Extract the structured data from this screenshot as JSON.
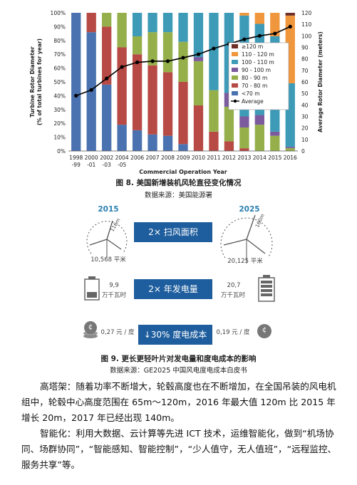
{
  "chart": {
    "fig_caption": "图 8. 美国新增装机风轮直径变化情况",
    "fig_source": "数据来源：美国能源署"
  },
  "chart_data": {
    "type": "bar",
    "stacked": true,
    "title": "",
    "xlabel": "Commercial Operation Year",
    "ylabel_left": "Turbine Rotor Diameter (% of total turbines for year)",
    "ylabel_right": "Average Rotor Diameter (meters)",
    "categories": [
      "1998-99",
      "2000-01",
      "2002-03",
      "2004-05",
      "2006",
      "2007",
      "2008",
      "2009",
      "2010",
      "2011",
      "2012",
      "2013",
      "2014",
      "2015",
      "2016"
    ],
    "x_tick_top": [
      "1998",
      "2000",
      "2002",
      "2004",
      "2006",
      "2007",
      "2008",
      "2009",
      "2010",
      "2011",
      "2012",
      "2013",
      "2014",
      "2015",
      "2016"
    ],
    "x_tick_bottom": [
      "-99",
      "-01",
      "-03",
      "-05",
      "",
      "",
      "",
      "",
      "",
      "",
      "",
      "",
      "",
      "",
      ""
    ],
    "ylim_left": [
      0,
      100
    ],
    "ylim_right": [
      0,
      120
    ],
    "y_ticks_left": [
      "0%",
      "10%",
      "20%",
      "30%",
      "40%",
      "50%",
      "60%",
      "70%",
      "80%",
      "90%",
      "100%"
    ],
    "y_ticks_right": [
      "0",
      "10",
      "20",
      "30",
      "40",
      "50",
      "60",
      "70",
      "80",
      "90",
      "100",
      "110",
      "120"
    ],
    "legend_position": "center-right",
    "series": [
      {
        "name": "<70 m",
        "color": "#4a72b0",
        "values": [
          100,
          86,
          48,
          19,
          15,
          12,
          11,
          5,
          0,
          0,
          0,
          0,
          0,
          0,
          0
        ]
      },
      {
        "name": "70 - 80 m",
        "color": "#b84a45",
        "values": [
          0,
          14,
          42,
          56,
          55,
          50,
          46,
          45,
          33,
          14,
          7,
          2,
          0,
          0,
          0
        ]
      },
      {
        "name": "80 - 90 m",
        "color": "#95b04a",
        "values": [
          0,
          0,
          10,
          25,
          13,
          24,
          29,
          29,
          32,
          30,
          25,
          15,
          19,
          11,
          2
        ]
      },
      {
        "name": "90 - 100 m",
        "color": "#7b5a9e",
        "values": [
          0,
          0,
          0,
          0,
          0,
          0,
          0,
          0,
          3,
          0,
          10,
          8,
          7,
          3,
          1
        ]
      },
      {
        "name": "100 - 110 m",
        "color": "#3d9bb8",
        "values": [
          0,
          0,
          0,
          0,
          17,
          14,
          14,
          21,
          32,
          56,
          58,
          73,
          66,
          69,
          46
        ]
      },
      {
        "name": "110 - 120 m",
        "color": "#f0963c",
        "values": [
          0,
          0,
          0,
          0,
          0,
          0,
          0,
          0,
          0,
          0,
          0,
          2,
          8,
          17,
          49
        ]
      },
      {
        "name": "≥120 m",
        "color": "#6e2e28",
        "values": [
          0,
          0,
          0,
          0,
          0,
          0,
          0,
          0,
          0,
          0,
          0,
          0,
          0,
          0,
          2
        ]
      }
    ],
    "average": {
      "name": "Average",
      "color": "#000000",
      "values": [
        48,
        53,
        63,
        73,
        77,
        78,
        78,
        81,
        84,
        89,
        93,
        97,
        100,
        102,
        108
      ]
    }
  },
  "infographic": {
    "year_left": "2015",
    "year_right": "2025",
    "blade_left_label": "116m",
    "blade_right_label": "160m",
    "row1_center": "2× 扫风面积",
    "row1_left": "10,568 平米",
    "row1_right": "20,125 平米",
    "row2_center": "2× 年发电量",
    "row2_left_value": "9,9",
    "row2_left_unit": "万千瓦时",
    "row2_right_value": "20,7",
    "row2_right_unit": "万千瓦时",
    "row3_center": "↓30% 度电成本",
    "row3_left": "0,27 元 / 度",
    "row3_right": "0,19 元 / 度",
    "coin_symbol": "¢",
    "fig_caption": "图 9. 更长更轻叶片对发电量和度电成本的影响",
    "fig_source": "数据来源：GE2025 中国风电度电成本白皮书",
    "primary_color": "#1f5e9e"
  },
  "body": {
    "para1": "高塔架：随着功率不断增大，轮毂高度也在不断增加，在全国吊装的风电机组中，轮毂中心高度范围在 65m～120m，2016 年最大值 120m 比 2015 年增长 20m，2017 年已经出现 140m。",
    "para2": "智能化：利用大数据、云计算等先进 ICT 技术，运维智能化，做到“机场协同、场群协同”，“智能感知、智能控制”，“少人值守，无人值班”，“远程监控、服务共享”等。"
  }
}
